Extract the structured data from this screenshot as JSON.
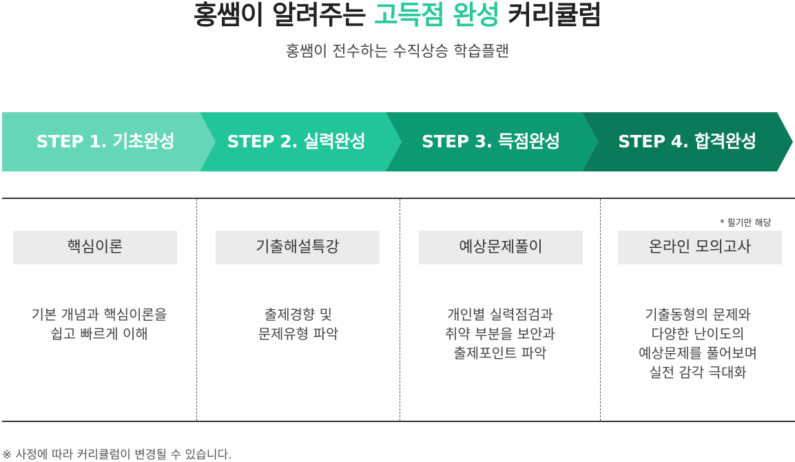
{
  "header": {
    "title_pre": "홍쌤이 알려주는 ",
    "title_accent": "고득점 완성",
    "title_post": " 커리큘럼",
    "subtitle": "홍쌤이 전수하는 수직상승 학습플랜"
  },
  "colors": {
    "accent": "#2bc99a",
    "step1": "#66d6b8",
    "step2": "#22c49a",
    "step3": "#0d9a72",
    "step4": "#0b7a5b"
  },
  "steps": [
    {
      "label": "STEP 1. 기초완성"
    },
    {
      "label": "STEP 2. 실력완성"
    },
    {
      "label": "STEP 3. 득점완성"
    },
    {
      "label": "STEP 4. 합격완성"
    }
  ],
  "columns": [
    {
      "pill": "핵심이론",
      "desc": [
        "기본 개념과 핵심이론을",
        "쉽고 빠르게 이해"
      ]
    },
    {
      "pill": "기출해설특강",
      "desc": [
        "출제경향 및",
        "문제유형 파악"
      ]
    },
    {
      "pill": "예상문제풀이",
      "desc": [
        "개인별 실력점검과",
        "취약 부분을 보안과",
        "출제포인트 파악"
      ]
    },
    {
      "pill": "온라인 모의고사",
      "desc": [
        "기출동형의 문제와",
        "다양한 난이도의",
        "예상문제를 풀어보며",
        "실전 감각 극대화"
      ],
      "note": "* 필기만 해당"
    }
  ],
  "footnote": "※ 사정에 따라 커리큘럼이 변경될 수 있습니다."
}
